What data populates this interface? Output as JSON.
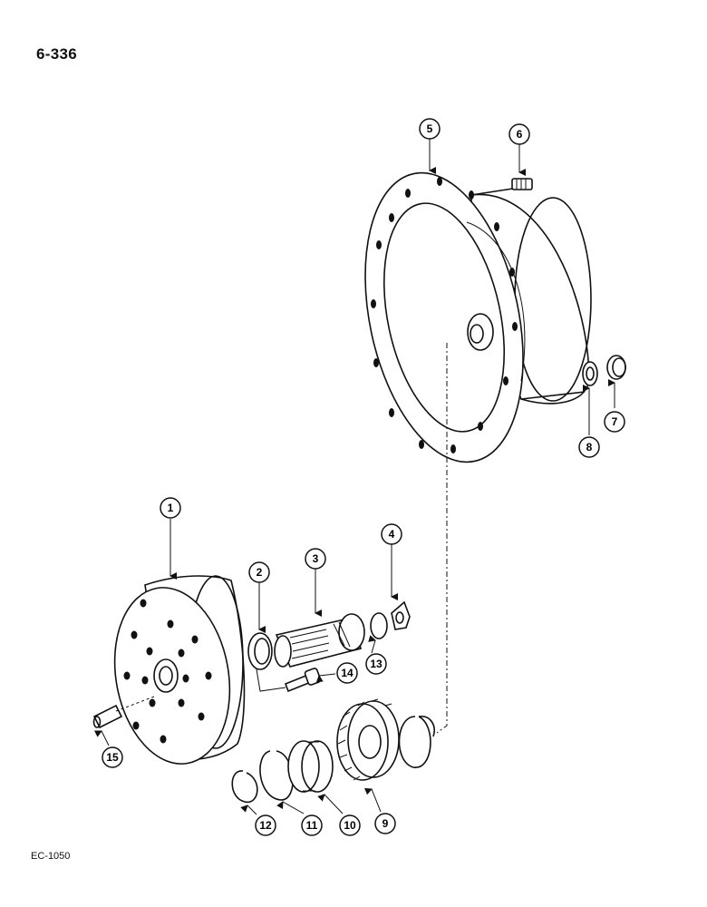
{
  "page_number": "6-336",
  "figure_code": "EC-1050",
  "callouts": [
    "1",
    "2",
    "3",
    "4",
    "5",
    "6",
    "7",
    "8",
    "9",
    "10",
    "11",
    "12",
    "13",
    "14",
    "15"
  ]
}
